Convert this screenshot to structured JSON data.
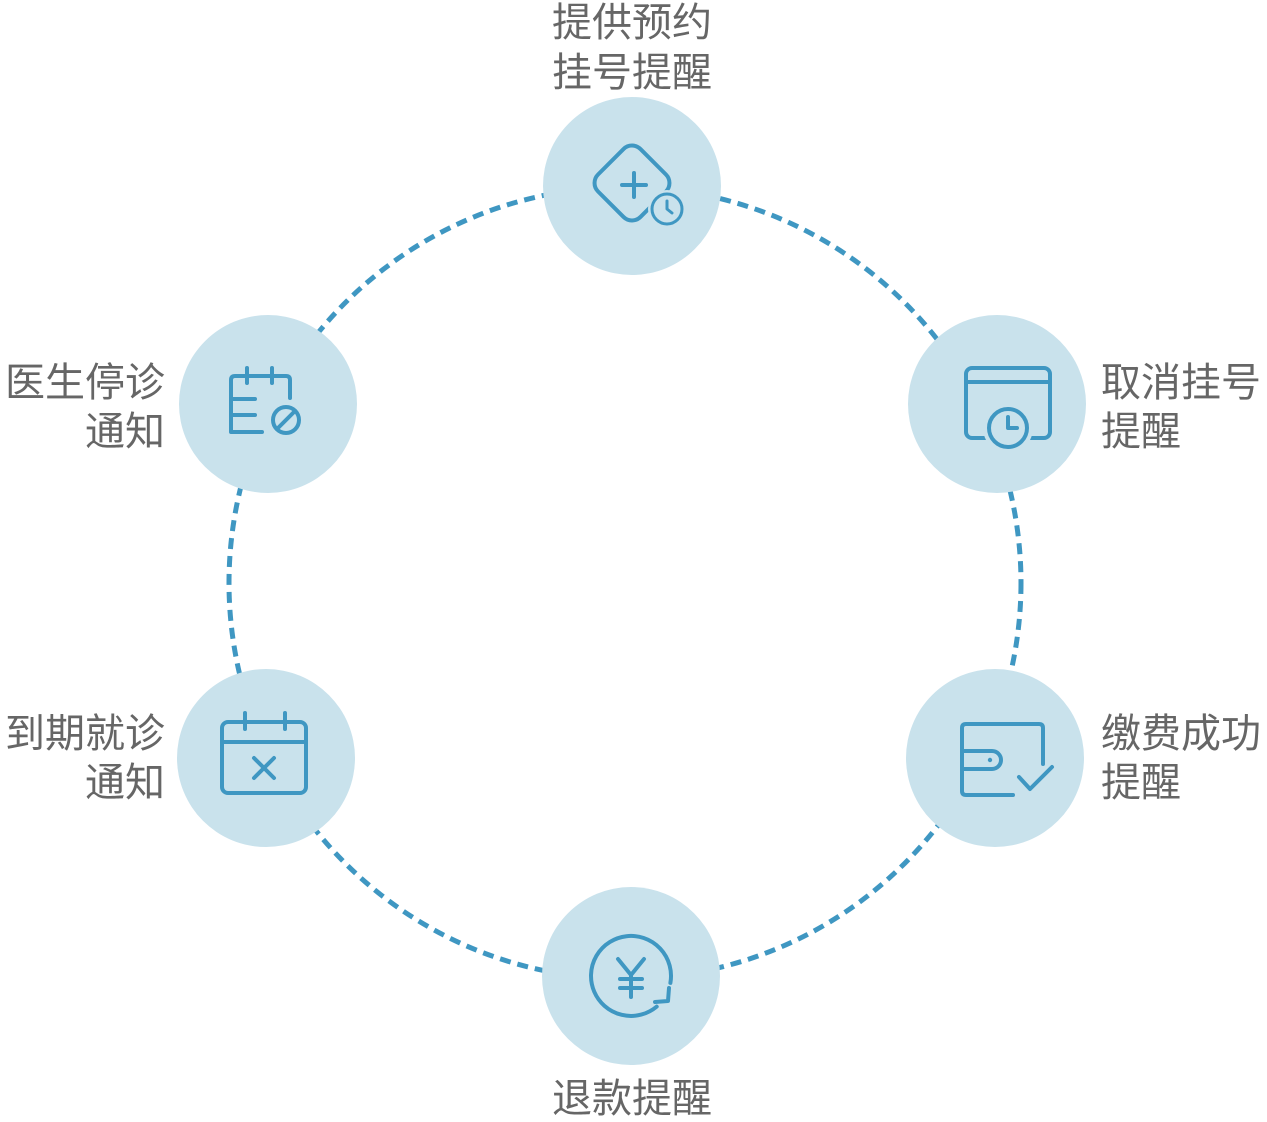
{
  "colors": {
    "accent": "#3f97c2",
    "node_fill": "#c9e2ec",
    "label_text": "#666666",
    "background": "#ffffff"
  },
  "nodes": {
    "top": {
      "icon": "medical-appointment-clock-icon",
      "label": [
        "提供预约",
        "挂号提醒"
      ]
    },
    "upper_right": {
      "icon": "calendar-clock-icon",
      "label": [
        "取消挂号",
        "提醒"
      ]
    },
    "lower_right": {
      "icon": "wallet-check-icon",
      "label": [
        "缴费成功",
        "提醒"
      ]
    },
    "bottom": {
      "icon": "yen-refund-icon",
      "label": [
        "退款提醒"
      ]
    },
    "lower_left": {
      "icon": "calendar-x-icon",
      "label": [
        "到期就诊",
        "通知"
      ]
    },
    "upper_left": {
      "icon": "calendar-prohibited-icon",
      "label": [
        "医生停诊",
        "通知"
      ]
    }
  }
}
